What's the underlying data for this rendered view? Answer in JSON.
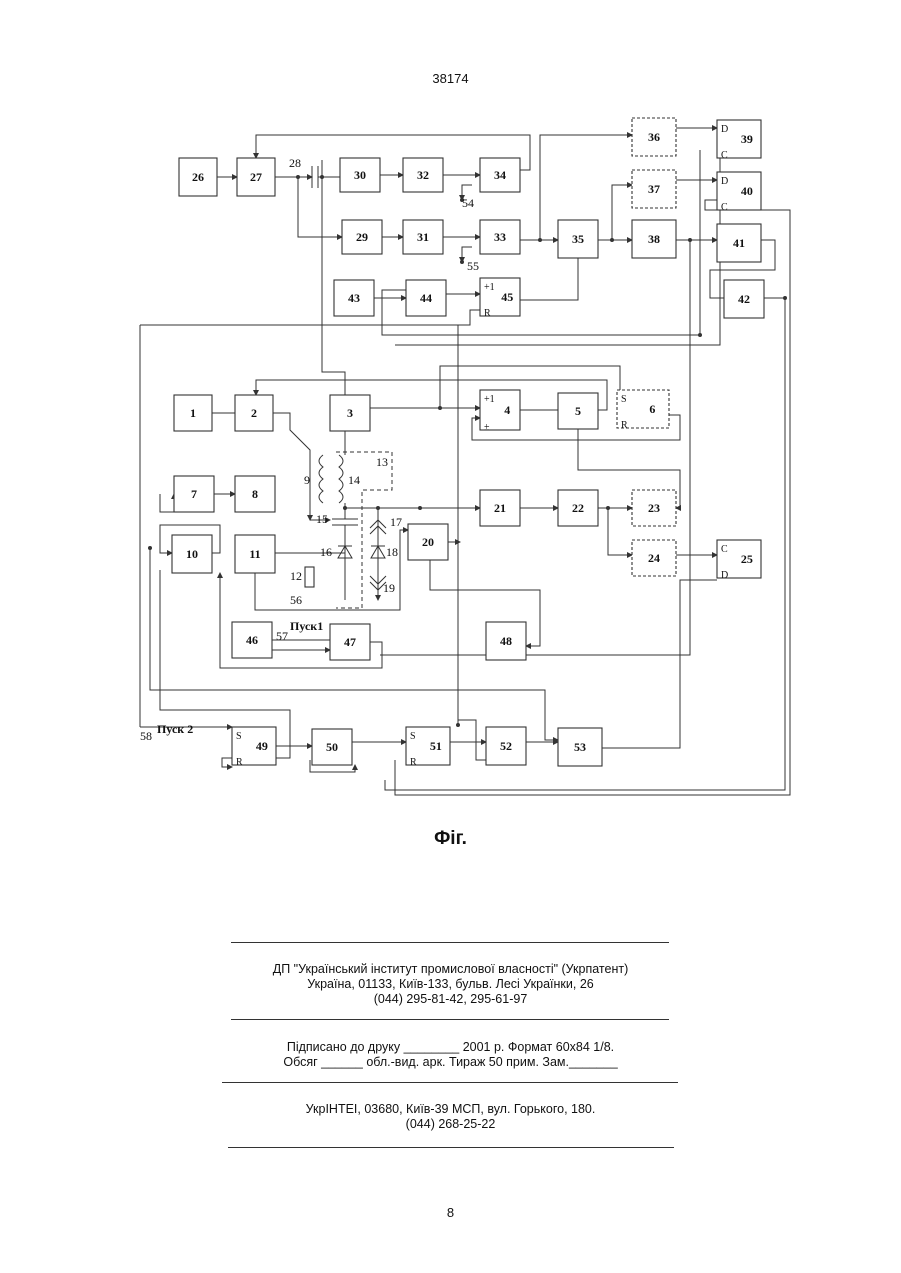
{
  "header": {
    "patent_number": "38174"
  },
  "figure": {
    "caption": "Фіг.",
    "launch1_label": "Пуск1",
    "launch2_label": "Пуск 2",
    "blocks": [
      {
        "id": "26",
        "label": "26"
      },
      {
        "id": "27",
        "label": "27"
      },
      {
        "id": "30",
        "label": "30"
      },
      {
        "id": "32",
        "label": "32"
      },
      {
        "id": "34",
        "label": "34"
      },
      {
        "id": "36",
        "label": "36"
      },
      {
        "id": "39",
        "label": "39",
        "controls": [
          "D",
          "C"
        ]
      },
      {
        "id": "37",
        "label": "37"
      },
      {
        "id": "40",
        "label": "40",
        "controls": [
          "D",
          "C"
        ]
      },
      {
        "id": "29",
        "label": "29"
      },
      {
        "id": "31",
        "label": "31"
      },
      {
        "id": "33",
        "label": "33"
      },
      {
        "id": "35",
        "label": "35"
      },
      {
        "id": "38",
        "label": "38"
      },
      {
        "id": "41",
        "label": "41"
      },
      {
        "id": "43",
        "label": "43"
      },
      {
        "id": "44",
        "label": "44"
      },
      {
        "id": "45",
        "label": "45",
        "controls": [
          "+1",
          "R"
        ]
      },
      {
        "id": "42",
        "label": "42"
      },
      {
        "id": "1",
        "label": "1"
      },
      {
        "id": "2",
        "label": "2"
      },
      {
        "id": "3",
        "label": "3"
      },
      {
        "id": "4",
        "label": "4",
        "controls": [
          "+1",
          "±"
        ]
      },
      {
        "id": "5",
        "label": "5"
      },
      {
        "id": "6",
        "label": "6",
        "controls": [
          "S",
          "R"
        ]
      },
      {
        "id": "7",
        "label": "7"
      },
      {
        "id": "8",
        "label": "8"
      },
      {
        "id": "10",
        "label": "10"
      },
      {
        "id": "11",
        "label": "11"
      },
      {
        "id": "20",
        "label": "20"
      },
      {
        "id": "21",
        "label": "21"
      },
      {
        "id": "22",
        "label": "22"
      },
      {
        "id": "23",
        "label": "23"
      },
      {
        "id": "24",
        "label": "24"
      },
      {
        "id": "25",
        "label": "25",
        "controls": [
          "C",
          "D"
        ]
      },
      {
        "id": "46",
        "label": "46"
      },
      {
        "id": "47",
        "label": "47"
      },
      {
        "id": "48",
        "label": "48"
      },
      {
        "id": "49",
        "label": "49",
        "controls": [
          "S",
          "R"
        ]
      },
      {
        "id": "50",
        "label": "50"
      },
      {
        "id": "51",
        "label": "51",
        "controls": [
          "S",
          "R"
        ]
      },
      {
        "id": "52",
        "label": "52"
      },
      {
        "id": "53",
        "label": "53"
      }
    ],
    "node_labels": [
      "28",
      "54",
      "55",
      "9",
      "14",
      "13",
      "15",
      "16",
      "17",
      "18",
      "19",
      "12",
      "56",
      "57",
      "58"
    ]
  },
  "footer": {
    "publisher_line1": "ДП \"Український інститут промислової власності\" (Укрпатент)",
    "publisher_line2": "Україна, 01133, Київ-133, бульв. Лесі Українки, 26",
    "publisher_line3": "(044) 295-81-42, 295-61-97",
    "print_line1": "Підписано до друку ________ 2001 р.    Формат 60х84 1/8.",
    "print_line2": "Обсяг ______ обл.-вид. арк.   Тираж 50 прим.    Зам._______",
    "printer_line1": "УкрІНТЕІ, 03680, Київ-39 МСП, вул. Горького, 180.",
    "printer_line2": "(044) 268-25-22"
  },
  "page_number": "8"
}
